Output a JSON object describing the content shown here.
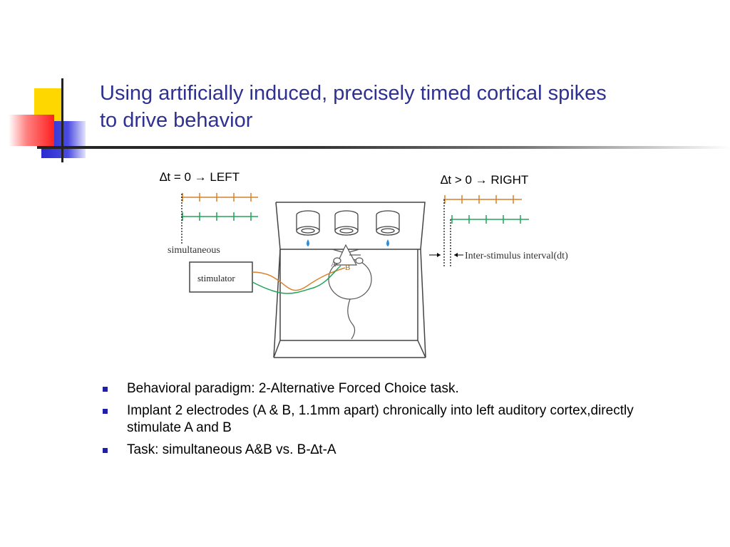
{
  "slide": {
    "title_line1": "Using artificially induced, precisely timed cortical spikes",
    "title_line2": "to drive behavior"
  },
  "figure": {
    "left_condition": "∆t = 0 → LEFT",
    "right_condition": "∆t > 0 → RIGHT",
    "simultaneous_label": "simultaneous",
    "stimulator_label": "stimulator",
    "interval_label": "Inter-stimulus interval(dt)",
    "electrode_a": "A",
    "electrode_b": "B",
    "colors": {
      "orange": "#d9802a",
      "green": "#23a35a"
    }
  },
  "bullets": [
    "Behavioral paradigm: 2-Alternative Forced Choice task.",
    "Implant 2 electrodes (A & B, 1.1mm apart) chronically into left auditory cortex,directly stimulate A and B",
    "Task: simultaneous A&B vs. B-∆t-A"
  ]
}
